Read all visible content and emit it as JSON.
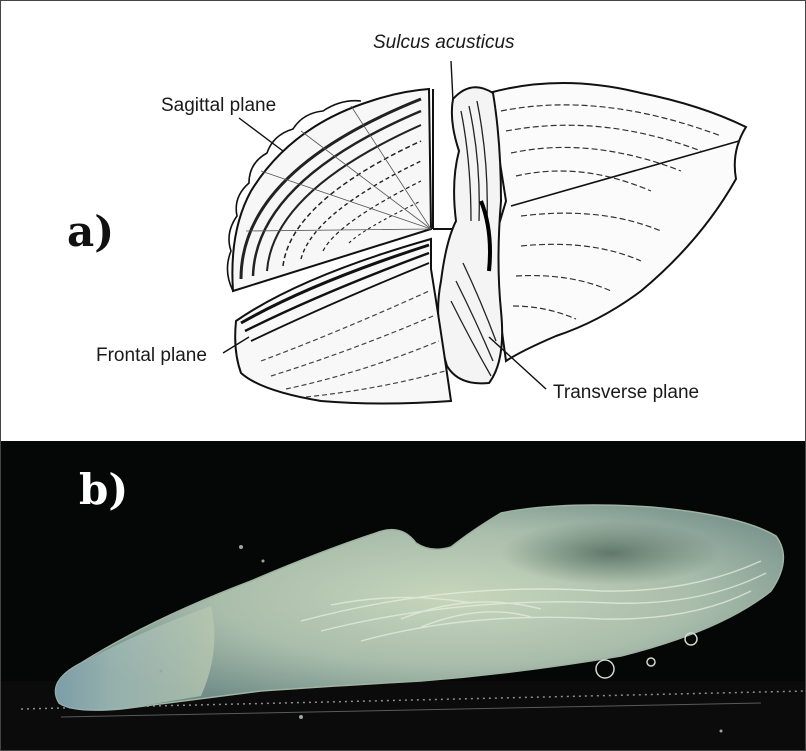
{
  "panel_a": {
    "letter": "a)",
    "labels": {
      "sulcus": "Sulcus acusticus",
      "sagittal": "Sagittal plane",
      "frontal": "Frontal plane",
      "transverse": "Transverse plane"
    }
  },
  "panel_b": {
    "letter": "b)"
  }
}
